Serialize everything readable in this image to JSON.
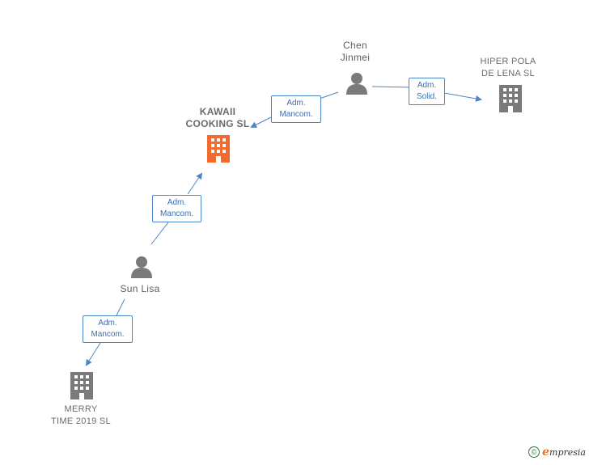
{
  "nodes": {
    "chen": {
      "label": "Chen\nJinmei",
      "icon": "person-icon",
      "type": "person"
    },
    "hiper": {
      "label": "HIPER POLA\nDE LENA SL",
      "icon": "building-icon",
      "type": "company"
    },
    "kawaii": {
      "label": "KAWAII\nCOOKING  SL",
      "icon": "building-icon",
      "type": "company",
      "highlight": true
    },
    "sun": {
      "label": "Sun Lisa",
      "icon": "person-icon",
      "type": "person"
    },
    "merry": {
      "label": "MERRY\nTIME 2019  SL",
      "icon": "building-icon",
      "type": "company"
    }
  },
  "edges": {
    "chen_kawaii": "Adm.\nMancom.",
    "chen_hiper": "Adm.\nSolid.",
    "sun_kawaii": "Adm.\nMancom.",
    "sun_merry": "Adm.\nMancom."
  },
  "colors": {
    "edge": "#4a86c8",
    "icon_gray": "#7a7a7a",
    "highlight": "#f26a2e"
  },
  "footer": {
    "copyright": "©",
    "brand_initial": "e",
    "brand_rest": "mpresia"
  }
}
